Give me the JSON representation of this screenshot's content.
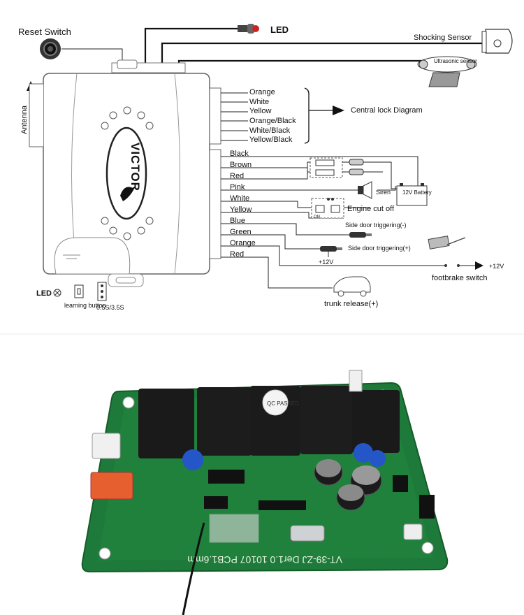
{
  "labels": {
    "reset_switch": "Reset Switch",
    "led_top": "LED",
    "shocking_sensor": "Shocking Sensor",
    "ultrasonic_sensor": "Ultrasonic sensor",
    "antenna": "Antenna",
    "brand": "VICTOR",
    "central_lock": "Central lock Diagram",
    "led_bottom": "LED",
    "learning_button": "learning button",
    "timing": "0.5S/3.5S",
    "siren": "Siren",
    "battery": "12V Battery",
    "engine_cut_off": "Engine cut off",
    "side_door_neg": "Side door triggering(-)",
    "side_door_pos": "Side door triggering(+)",
    "plus12v_left": "+12V",
    "plus12v_right": "+12V",
    "footbrake_switch": "footbrake switch",
    "trunk_release": "trunk release(+)",
    "relay_on": "ON"
  },
  "central_lock_wires": [
    "Orange",
    "White",
    "Yellow",
    "Orange/Black",
    "White/Black",
    "Yellow/Black"
  ],
  "main_wires": [
    "Black",
    "Brown",
    "Red",
    "Pink",
    "White",
    "Yellow",
    "Blue",
    "Green",
    "Orange",
    "Red"
  ],
  "pcb": {
    "print": "VT-39-ZJ Der1.0 10107 PCB1.6mm",
    "sticker": "QC PASSED"
  }
}
